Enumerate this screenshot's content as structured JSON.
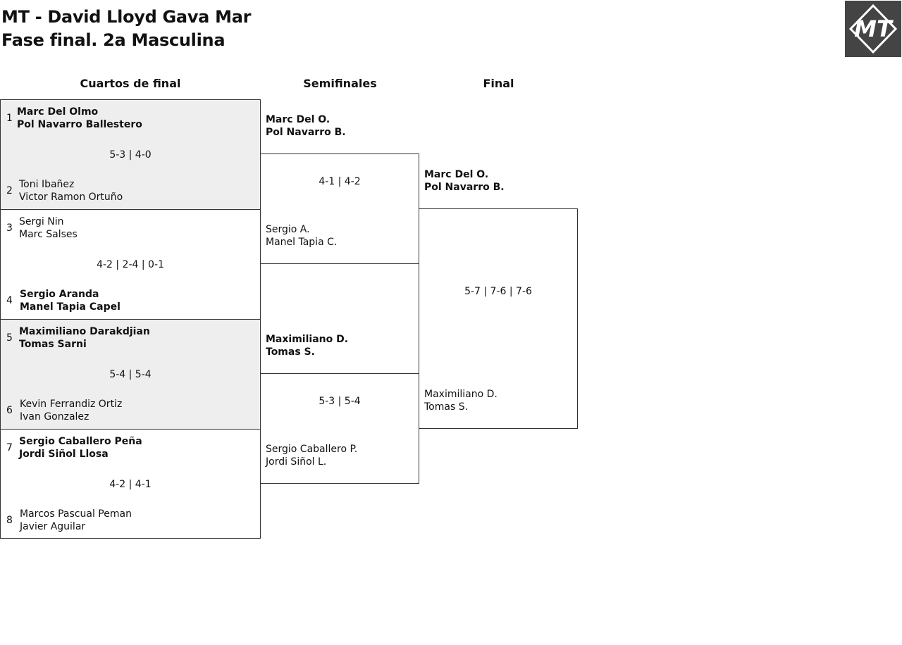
{
  "header": {
    "title_line1": "MT - David Lloyd Gava Mar",
    "title_line2": "Fase final. 2a Masculina"
  },
  "rounds": {
    "quarterfinals": "Cuartos de final",
    "semifinals": "Semifinales",
    "final": "Final"
  },
  "quarterfinals": [
    {
      "shaded": true,
      "top": {
        "seed": "1",
        "p1": "Marc Del Olmo",
        "p2": "Pol Navarro Ballestero",
        "winner": true
      },
      "score": "5-3 | 4-0",
      "bottom": {
        "seed": "2",
        "p1": "Toni Ibañez",
        "p2": "Victor Ramon Ortuño",
        "winner": false
      }
    },
    {
      "shaded": false,
      "top": {
        "seed": "3",
        "p1": "Sergi Nin",
        "p2": "Marc Salses",
        "winner": false
      },
      "score": "4-2 | 2-4 | 0-1",
      "bottom": {
        "seed": "4",
        "p1": "Sergio Aranda",
        "p2": "Manel Tapia Capel",
        "winner": true
      }
    },
    {
      "shaded": true,
      "top": {
        "seed": "5",
        "p1": "Maximiliano Darakdjian",
        "p2": "Tomas Sarni",
        "winner": true
      },
      "score": "5-4 | 5-4",
      "bottom": {
        "seed": "6",
        "p1": "Kevin Ferrandiz Ortiz",
        "p2": "Ivan Gonzalez",
        "winner": false
      }
    },
    {
      "shaded": false,
      "top": {
        "seed": "7",
        "p1": "Sergio Caballero Peña",
        "p2": "Jordi Siñol Llosa",
        "winner": true
      },
      "score": "4-2 | 4-1",
      "bottom": {
        "seed": "8",
        "p1": "Marcos Pascual Peman",
        "p2": "Javier Aguilar",
        "winner": false
      }
    }
  ],
  "semifinals": [
    {
      "top": {
        "p1": "Marc Del O.",
        "p2": "Pol Navarro B.",
        "winner": true
      },
      "score": "4-1 | 4-2",
      "bottom": {
        "p1": "Sergio A.",
        "p2": "Manel Tapia C.",
        "winner": false
      }
    },
    {
      "top": {
        "p1": "Maximiliano D.",
        "p2": "Tomas S.",
        "winner": true
      },
      "score": "5-3 | 5-4",
      "bottom": {
        "p1": "Sergio Caballero P.",
        "p2": "Jordi Siñol L.",
        "winner": false
      }
    }
  ],
  "final": {
    "top": {
      "p1": "Marc Del O.",
      "p2": "Pol Navarro B.",
      "winner": true
    },
    "score": "5-7 | 7-6 | 7-6",
    "bottom": {
      "p1": "Maximiliano D.",
      "p2": "Tomas S.",
      "winner": false
    }
  },
  "colors": {
    "shaded_bg": "#eeeeee",
    "border": "#333333",
    "logo_bg": "#444444"
  },
  "logo": {
    "text": "MT"
  }
}
